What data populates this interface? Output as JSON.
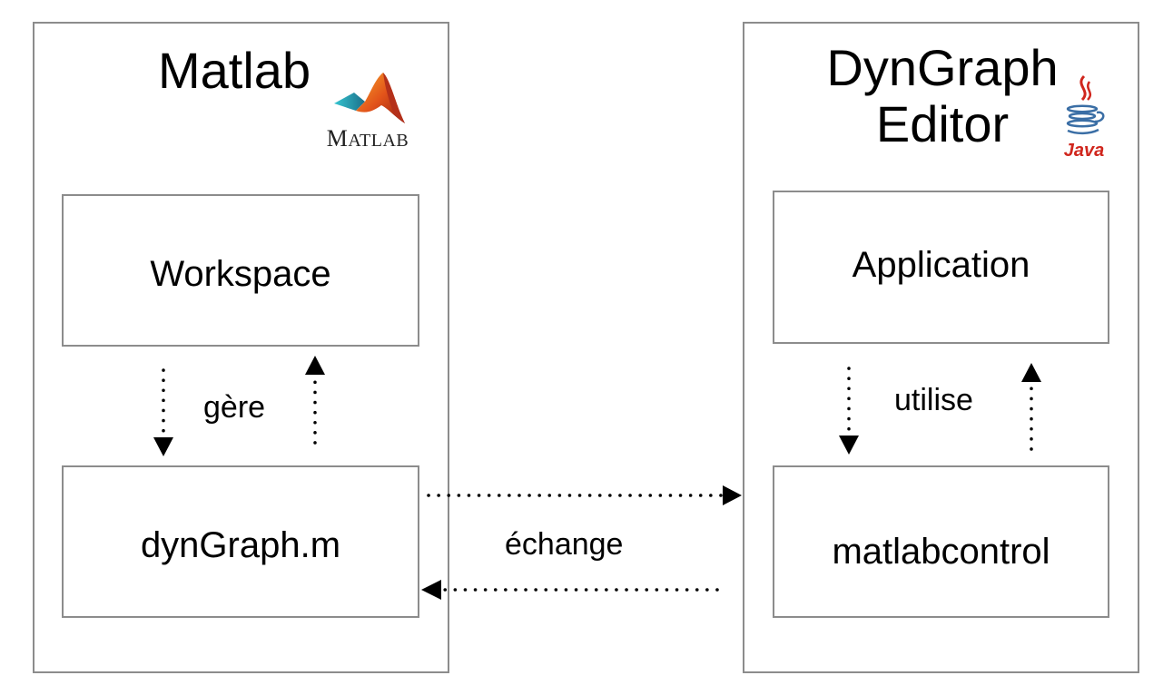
{
  "containers": {
    "matlab": {
      "title": "Matlab"
    },
    "java": {
      "title_line1": "DynGraph",
      "title_line2": "Editor"
    }
  },
  "boxes": {
    "workspace": "Workspace",
    "dyngraph_m": "dynGraph.m",
    "application": "Application",
    "matlabcontrol": "matlabcontrol"
  },
  "edges": {
    "gere": "gère",
    "utilise": "utilise",
    "echange": "échange"
  },
  "logos": {
    "matlab": {
      "name": "matlab-logo-icon",
      "text_big": "M",
      "text_small": "ATLAB"
    },
    "java": {
      "name": "java-logo-icon",
      "text": "Java",
      "color": "#d0261d"
    }
  },
  "colors": {
    "box_border": "#8c8c8c",
    "arrow": "#000000"
  }
}
